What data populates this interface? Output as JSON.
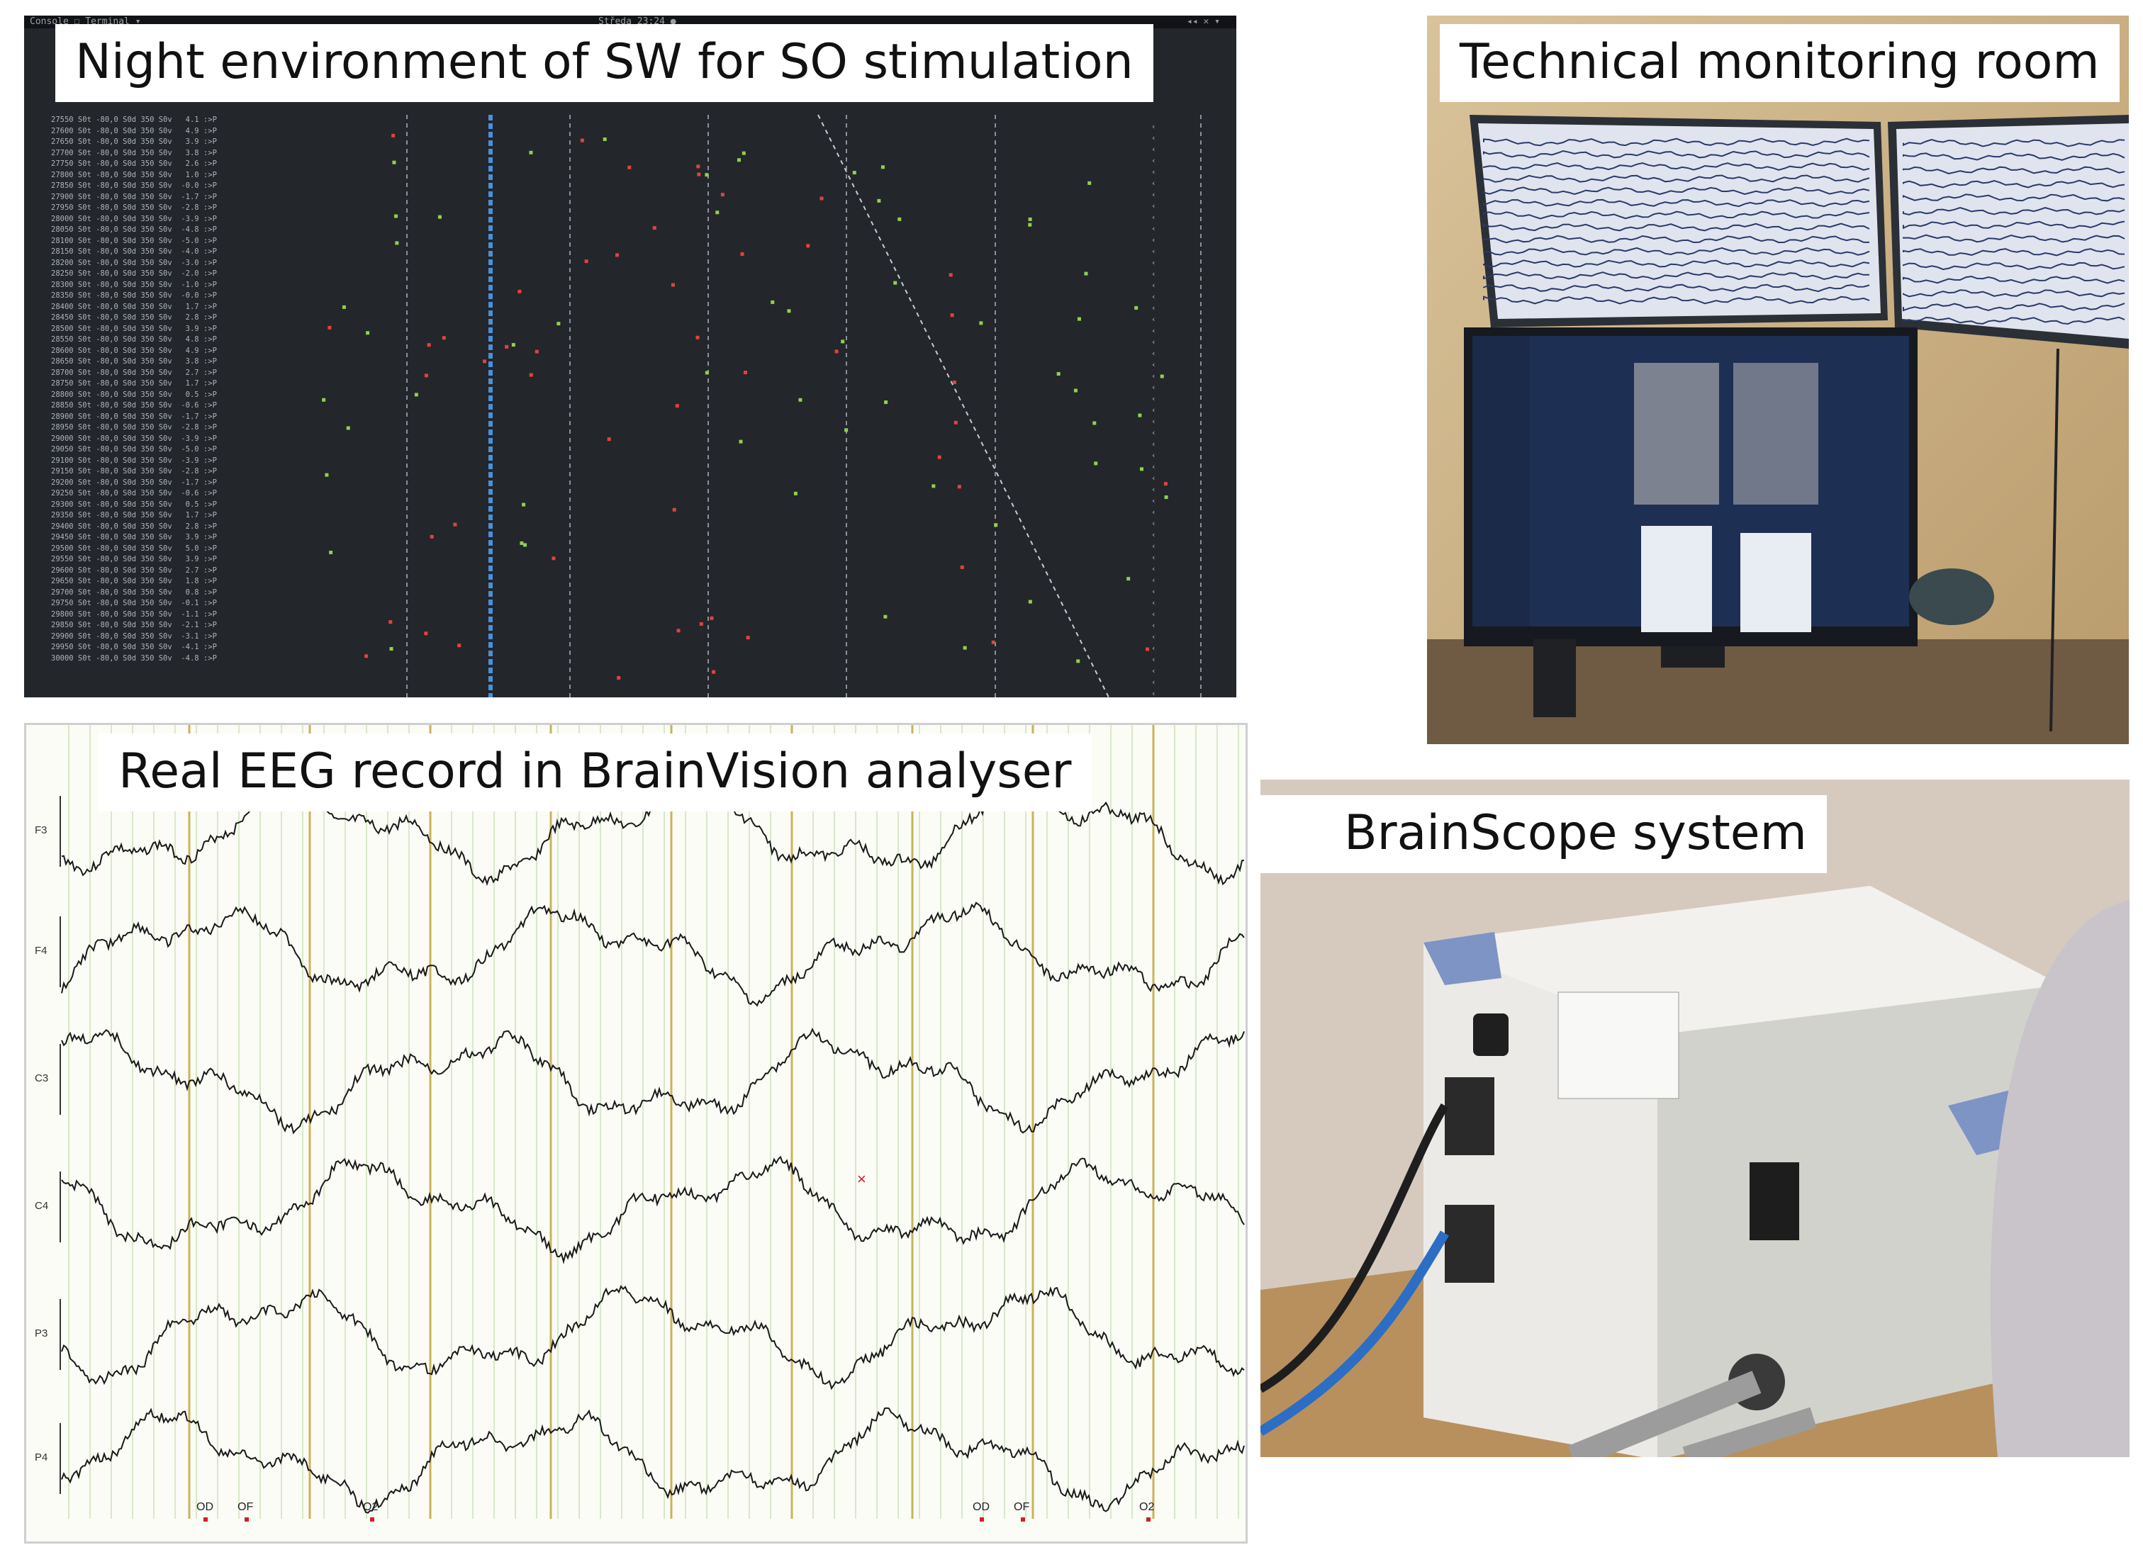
{
  "panels": {
    "terminal": {
      "caption": "Night environment of SW for SO stimulation",
      "topbar_left": "Console  ☐ Terminal ▾",
      "topbar_center": "Středa  23:24 ●",
      "rows": [
        "27550 S0t -80,0 S0d 350 S0v   4.1 :>P",
        "27600 S0t -80,0 S0d 350 S0v   4.9 :>P",
        "27650 S0t -80,0 S0d 350 S0v   3.9 :>P",
        "27700 S0t -80,0 S0d 350 S0v   3.8 :>P",
        "27750 S0t -80,0 S0d 350 S0v   2.6 :>P",
        "27800 S0t -80,0 S0d 350 S0v   1.0 :>P",
        "27850 S0t -80,0 S0d 350 S0v  -0.0 :>P",
        "27900 S0t -80,0 S0d 350 S0v  -1.7 :>P",
        "27950 S0t -80,0 S0d 350 S0v  -2.8 :>P",
        "28000 S0t -80,0 S0d 350 S0v  -3.9 :>P",
        "28050 S0t -80,0 S0d 350 S0v  -4.8 :>P",
        "28100 S0t -80,0 S0d 350 S0v  -5.0 :>P",
        "28150 S0t -80,0 S0d 350 S0v  -4.0 :>P",
        "28200 S0t -80,0 S0d 350 S0v  -3.0 :>P",
        "28250 S0t -80,0 S0d 350 S0v  -2.0 :>P",
        "28300 S0t -80,0 S0d 350 S0v  -1.0 :>P",
        "28350 S0t -80,0 S0d 350 S0v  -0.0 :>P",
        "28400 S0t -80,0 S0d 350 S0v   1.7 :>P",
        "28450 S0t -80,0 S0d 350 S0v   2.8 :>P",
        "28500 S0t -80,0 S0d 350 S0v   3.9 :>P",
        "28550 S0t -80,0 S0d 350 S0v   4.8 :>P",
        "28600 S0t -80,0 S0d 350 S0v   4.9 :>P",
        "28650 S0t -80,0 S0d 350 S0v   3.8 :>P",
        "28700 S0t -80,0 S0d 350 S0v   2.7 :>P",
        "28750 S0t -80,0 S0d 350 S0v   1.7 :>P",
        "28800 S0t -80,0 S0d 350 S0v   0.5 :>P",
        "28850 S0t -80,0 S0d 350 S0v  -0.6 :>P",
        "28900 S0t -80,0 S0d 350 S0v  -1.7 :>P",
        "28950 S0t -80,0 S0d 350 S0v  -2.8 :>P",
        "29000 S0t -80,0 S0d 350 S0v  -3.9 :>P",
        "29050 S0t -80,0 S0d 350 S0v  -5.0 :>P",
        "29100 S0t -80,0 S0d 350 S0v  -3.9 :>P",
        "29150 S0t -80,0 S0d 350 S0v  -2.8 :>P",
        "29200 S0t -80,0 S0d 350 S0v  -1.7 :>P",
        "29250 S0t -80,0 S0d 350 S0v  -0.6 :>P",
        "29300 S0t -80,0 S0d 350 S0v   0.5 :>P",
        "29350 S0t -80,0 S0d 350 S0v   1.7 :>P",
        "29400 S0t -80,0 S0d 350 S0v   2.8 :>P",
        "29450 S0t -80,0 S0d 350 S0v   3.9 :>P",
        "29500 S0t -80,0 S0d 350 S0v   5.0 :>P",
        "29550 S0t -80,0 S0d 350 S0v   3.9 :>P",
        "29600 S0t -80,0 S0d 350 S0v   2.7 :>P",
        "29650 S0t -80,0 S0d 350 S0v   1.8 :>P",
        "29700 S0t -80,0 S0d 350 S0v   0.8 :>P",
        "29750 S0t -80,0 S0d 350 S0v  -0.1 :>P",
        "29800 S0t -80,0 S0d 350 S0v  -1.1 :>P",
        "29850 S0t -80,0 S0d 350 S0v  -2.1 :>P",
        "29900 S0t -80,0 S0d 350 S0v  -3.1 :>P",
        "29950 S0t -80,0 S0d 350 S0v  -4.1 :>P",
        "30000 S0t -80,0 S0d 350 S0v  -4.8 :>P"
      ],
      "colors": {
        "background": "#23262b",
        "text": "#aeb4ba",
        "red_marker": "#e0443c",
        "green_marker": "#8fd14f",
        "blue_line": "#4a90d9"
      }
    },
    "room": {
      "caption": "Technical monitoring room"
    },
    "eeg": {
      "caption": "Real EEG record in BrainVision analyser",
      "channels": [
        "F3",
        "F4",
        "C3",
        "C4",
        "P3",
        "P4"
      ],
      "markers": [
        "OD",
        "OF",
        "O2",
        "OD",
        "OF",
        "O2"
      ],
      "colors": {
        "background": "#fbfcf6",
        "trace": "#1a1a1a",
        "grid_light": "#d8e8c8",
        "grid_major": "#c9b35a",
        "marker": "#d02020"
      }
    },
    "brainscope": {
      "caption": "BrainScope system"
    }
  }
}
